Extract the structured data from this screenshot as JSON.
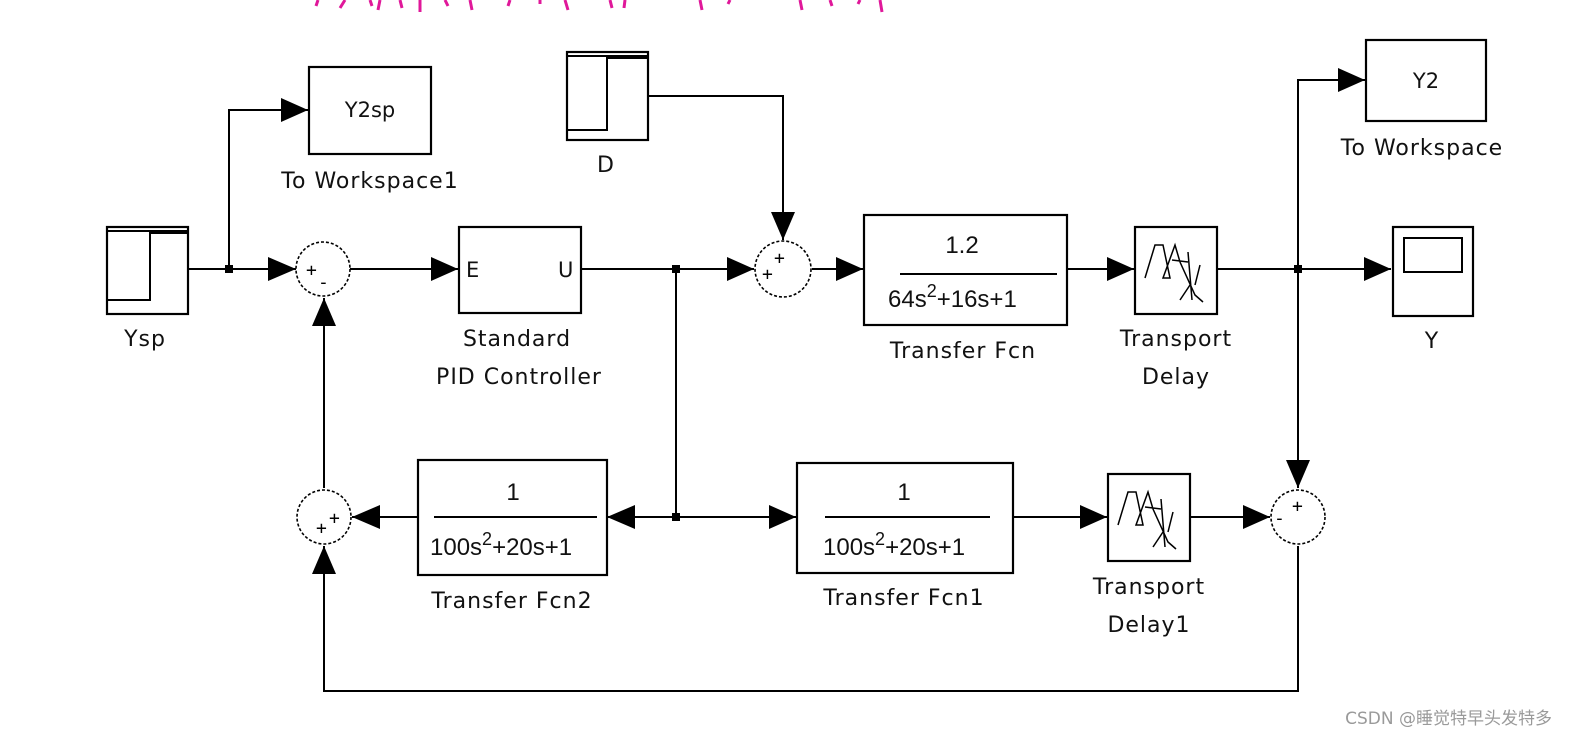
{
  "diagram": {
    "type": "simulink-block-diagram",
    "accent_color": "#e0189a",
    "blocks": {
      "ysp": {
        "kind": "step",
        "label": "Ysp"
      },
      "d": {
        "kind": "step",
        "label": "D"
      },
      "y2sp": {
        "kind": "to-workspace",
        "variable": "Y2sp",
        "label": "To Workspace1"
      },
      "y2": {
        "kind": "to-workspace",
        "variable": "Y2",
        "label": "To Workspace"
      },
      "pid": {
        "kind": "subsystem",
        "in_port": "E",
        "out_port": "U",
        "label_line1": "Standard",
        "label_line2": "PID Controller"
      },
      "tf": {
        "kind": "transfer-fcn",
        "num": "1.2",
        "den_a": "64s",
        "den_exp": "2",
        "den_b": "+16s+1",
        "label": "Transfer Fcn"
      },
      "tf1": {
        "kind": "transfer-fcn",
        "num": "1",
        "den_a": "100s",
        "den_exp": "2",
        "den_b": "+20s+1",
        "label": "Transfer Fcn1"
      },
      "tf2": {
        "kind": "transfer-fcn",
        "num": "1",
        "den_a": "100s",
        "den_exp": "2",
        "den_b": "+20s+1",
        "label": "Transfer Fcn2"
      },
      "delay": {
        "kind": "transport-delay",
        "label_line1": "Transport",
        "label_line2": "Delay"
      },
      "delay1": {
        "kind": "transport-delay",
        "label_line1": "Transport",
        "label_line2": "Delay1"
      },
      "scope": {
        "kind": "scope",
        "label": "Y"
      }
    },
    "sums": {
      "sum_error": {
        "signs": [
          "+",
          "-"
        ]
      },
      "sum_disturbance": {
        "signs": [
          "+",
          "+"
        ]
      },
      "sum_model_error": {
        "signs": [
          "+",
          "-"
        ]
      },
      "sum_feedback": {
        "signs": [
          "+",
          "+"
        ]
      }
    }
  },
  "watermark": "CSDN @睡觉特早头发特多"
}
